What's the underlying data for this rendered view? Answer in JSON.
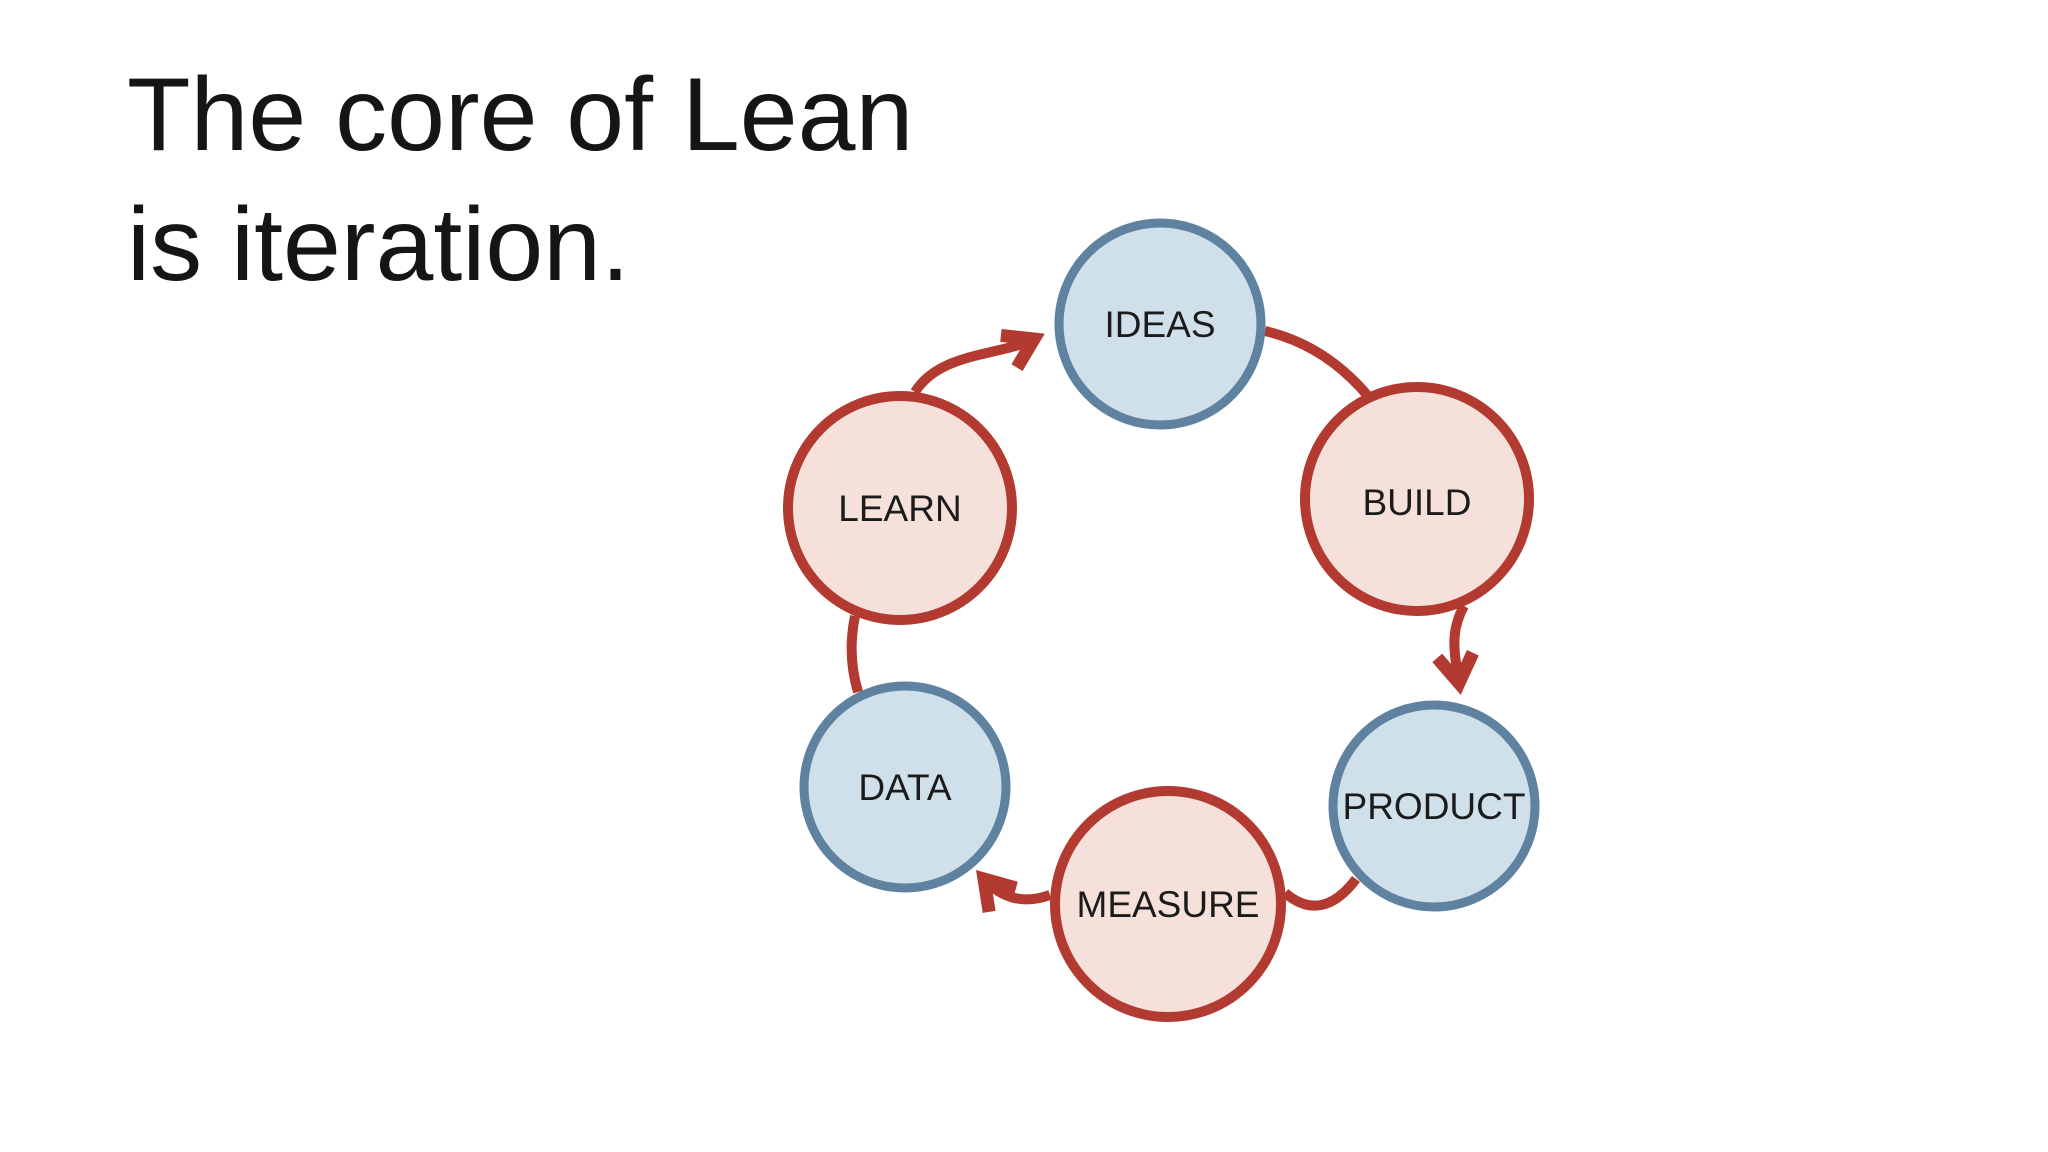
{
  "title": {
    "line1": "The core of Lean",
    "line2": "is iteration."
  },
  "diagram": {
    "type": "cycle",
    "sequence": [
      "IDEAS",
      "BUILD",
      "PRODUCT",
      "MEASURE",
      "DATA",
      "LEARN"
    ],
    "arrowheads_at": [
      "IDEAS",
      "PRODUCT",
      "DATA"
    ],
    "nodes": [
      {
        "label": "IDEAS",
        "style": "blue"
      },
      {
        "label": "BUILD",
        "style": "red"
      },
      {
        "label": "PRODUCT",
        "style": "blue"
      },
      {
        "label": "MEASURE",
        "style": "red"
      },
      {
        "label": "DATA",
        "style": "blue"
      },
      {
        "label": "LEARN",
        "style": "red"
      }
    ]
  },
  "colors": {
    "red_stroke": "#b23a31",
    "blue_stroke": "#5e82a0",
    "blue_fill": "#cfe0eb",
    "pink_fill": "#f5e1da",
    "label_text": "#1b1b1b",
    "title_text": "#151515",
    "background": "#ffffff"
  }
}
